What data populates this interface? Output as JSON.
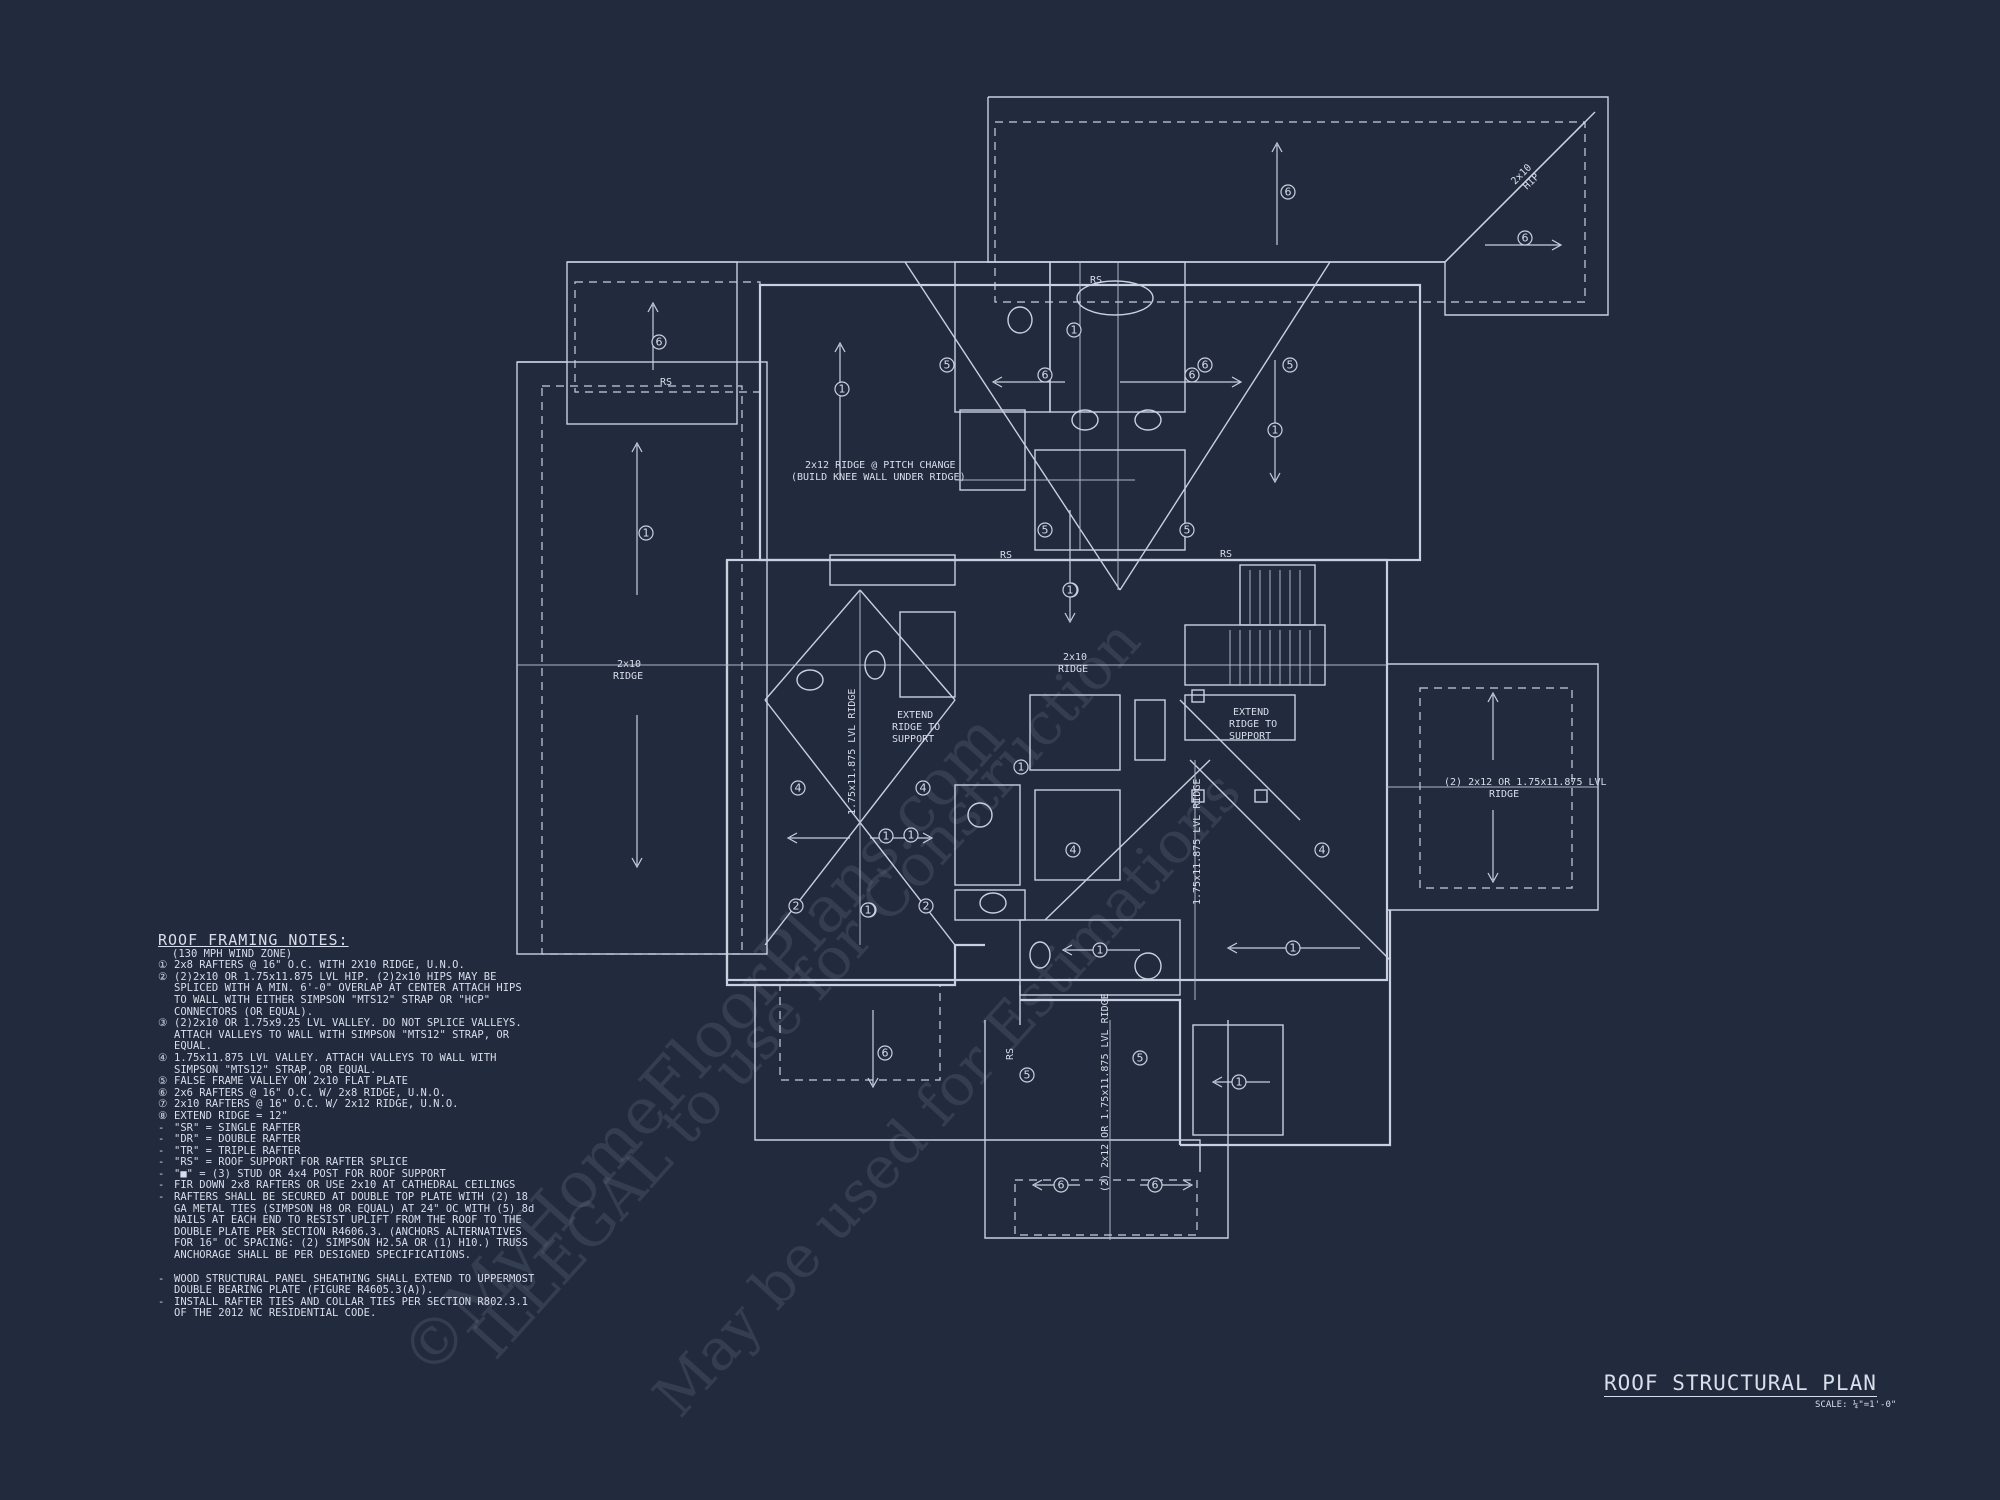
{
  "watermark": {
    "line1": "©MyHomeFloorPlans.com",
    "line2": "ILLEGAL to use for Construction",
    "line3": "May be used for Estimations"
  },
  "plan": {
    "title": "ROOF STRUCTURAL PLAN",
    "scale": "SCALE: ¼\"=1'-0\"",
    "labels": {
      "ridge_main": [
        "2x10",
        "RIDGE"
      ],
      "ridge_center": [
        "2x10",
        "RIDGE"
      ],
      "pitch_change": [
        "2x12 RIDGE @ PITCH CHANGE",
        "(BUILD KNEE WALL UNDER RIDGE)"
      ],
      "extend_left": [
        "EXTEND",
        "RIDGE TO",
        "SUPPORT"
      ],
      "extend_right": [
        "EXTEND",
        "RIDGE TO",
        "SUPPORT"
      ],
      "lvl_ridge_left": "1.75x11.875 LVL RIDGE",
      "lvl_ridge_mid": "1.75x11.875 LVL RIDGE",
      "lvl_ridge_bottom": "(2) 2x12 OR 1.75x11.875 LVL RIDGE",
      "right_ridge": [
        "(2) 2x12 OR 1.75x11.875 LVL",
        "RIDGE"
      ],
      "hip": [
        "2x10",
        "HIP"
      ],
      "rs": "RS"
    },
    "bubbles": [
      "6",
      "6",
      "6",
      "6",
      "5",
      "6",
      "6",
      "5",
      "1",
      "1",
      "1",
      "1",
      "5",
      "5",
      "1",
      "1",
      "4",
      "4",
      "1",
      "1",
      "1",
      "1",
      "4",
      "4",
      "2",
      "1",
      "2",
      "1",
      "1",
      "1",
      "6",
      "5",
      "5",
      "6",
      "6"
    ]
  },
  "notes": {
    "title": "ROOF FRAMING NOTES:",
    "subtitle": "(130 MPH WIND ZONE)",
    "numbered": [
      {
        "key": "①",
        "text": "2x8 RAFTERS @ 16\" O.C. WITH 2X10 RIDGE, U.N.O."
      },
      {
        "key": "②",
        "text": "(2)2x10 OR 1.75x11.875 LVL HIP. (2)2x10 HIPS MAY BE SPLICED WITH A MIN. 6'-0\" OVERLAP AT CENTER ATTACH HIPS TO WALL WITH EITHER SIMPSON \"MTS12\" STRAP OR \"HCP\" CONNECTORS (OR EQUAL)."
      },
      {
        "key": "③",
        "text": "(2)2x10 OR 1.75x9.25 LVL VALLEY. DO NOT SPLICE VALLEYS. ATTACH VALLEYS TO WALL WITH SIMPSON \"MTS12\" STRAP, OR EQUAL."
      },
      {
        "key": "④",
        "text": "1.75x11.875 LVL VALLEY. ATTACH VALLEYS TO WALL WITH SIMPSON \"MTS12\" STRAP, OR EQUAL."
      },
      {
        "key": "⑤",
        "text": "FALSE FRAME VALLEY ON 2x10 FLAT PLATE"
      },
      {
        "key": "⑥",
        "text": "2x6 RAFTERS @ 16\" O.C. W/ 2x8 RIDGE, U.N.O."
      },
      {
        "key": "⑦",
        "text": "2x10 RAFTERS @ 16\" O.C. W/ 2x12 RIDGE, U.N.O."
      },
      {
        "key": "⑧",
        "text": "EXTEND RIDGE = 12\""
      }
    ],
    "bullets": [
      "\"SR\" = SINGLE RAFTER",
      "\"DR\" = DOUBLE RAFTER",
      "\"TR\" = TRIPLE RAFTER",
      "\"RS\" = ROOF SUPPORT FOR RAFTER SPLICE",
      "\"■\" = (3) STUD OR 4x4 POST FOR ROOF SUPPORT",
      "FIR DOWN 2x8 RAFTERS OR USE 2x10 AT CATHEDRAL CEILINGS",
      "RAFTERS SHALL BE SECURED AT DOUBLE TOP PLATE WITH (2) 18 GA METAL TIES (SIMPSON H8 OR EQUAL) AT 24\" OC WITH (5) 8d NAILS AT EACH END TO RESIST UPLIFT FROM THE ROOF TO THE DOUBLE PLATE PER SECTION R4606.3. (ANCHORS ALTERNATIVES FOR 16\" OC SPACING: (2) SIMPSON H2.5A OR (1) H10.) TRUSS ANCHORAGE SHALL BE PER DESIGNED SPECIFICATIONS."
    ],
    "bullets2": [
      "WOOD STRUCTURAL PANEL SHEATHING SHALL EXTEND TO UPPERMOST DOUBLE BEARING PLATE (FIGURE R4605.3(A)).",
      "INSTALL RAFTER TIES AND COLLAR TIES PER SECTION R802.3.1 OF THE 2012 NC RESIDENTIAL CODE."
    ]
  }
}
